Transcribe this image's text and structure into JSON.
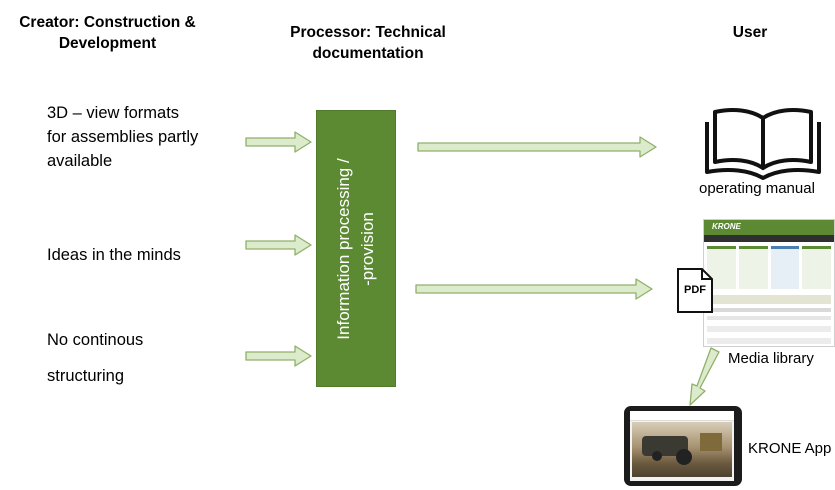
{
  "columns": {
    "creator": [
      "Creator: Construction &",
      "Development"
    ],
    "processor": [
      "Processor: Technical",
      "documentation"
    ],
    "user": "User"
  },
  "inputs": {
    "item1": [
      "3D – view formats",
      "for assemblies partly",
      "available"
    ],
    "item2": "Ideas in the minds",
    "item3": [
      "No continous",
      "structuring"
    ]
  },
  "process": {
    "label": [
      "Information processing /",
      "-provision"
    ]
  },
  "outputs": {
    "manual": "operating manual",
    "media": "Media library",
    "pdf_badge": "PDF",
    "media_brand": "KRONE",
    "app": "KRONE App"
  },
  "colors": {
    "box_fill": "#5b8a32",
    "arrow_fill": "#dcebcb",
    "arrow_stroke": "#8fb06a",
    "brand_green": "#5b8a32"
  },
  "icons": [
    "book-icon",
    "pdf-icon",
    "media-library-screenshot",
    "tablet-app-screenshot"
  ]
}
